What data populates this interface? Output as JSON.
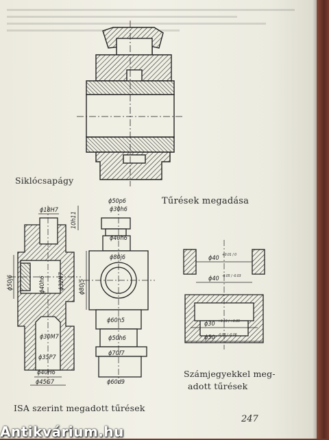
{
  "captions": {
    "bearing": "Siklócsapágy",
    "tolerance_title": "Tűrések megadása",
    "numeric_line1": "Számjegyekkel meg-",
    "numeric_line2": "adott tűrések",
    "isa": "ISA szerint megadott tűrések"
  },
  "page_number": "247",
  "watermark": "Antikvárium.hu",
  "dims_isa": {
    "d1": "ϕ18H7",
    "d2": "10h11",
    "d3": "ϕ50j6",
    "d4": "ϕ40h6",
    "d5": "ϕ32N7",
    "d6": "ϕ30M7",
    "d7": "ϕ35P7",
    "d8": "ϕ40H6",
    "d9": "ϕ45G7"
  },
  "dims_shaft": {
    "d1": "ϕ50p6",
    "d2": "ϕ30h6",
    "d3": "ϕ40h6",
    "d4": "ϕ80j6",
    "d5": "ϕ80j5",
    "d6": "ϕ60h5",
    "d7": "ϕ50h6",
    "d8": "ϕ70f7",
    "d9": "ϕ60d9"
  },
  "dims_numeric": {
    "d1": "ϕ40",
    "d1_tol": "+0.01 / 0",
    "d2": "ϕ40",
    "d2_tol": "-0.05 / -0.03",
    "d3": "ϕ30",
    "d3_tol": "+0.15 / +0.05",
    "d4": "ϕ50",
    "d4_tol": "-0.03 / -0.06"
  }
}
